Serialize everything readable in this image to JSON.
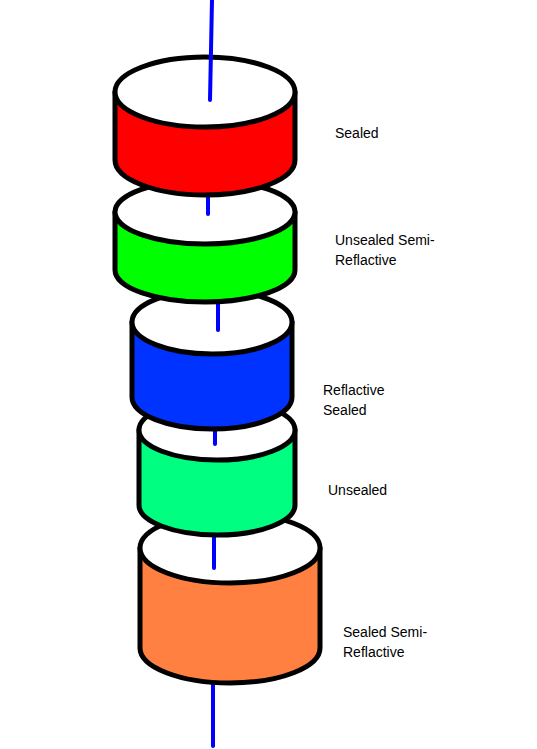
{
  "diagram": {
    "labels": [
      "Sealed",
      "Unsealed Semi-Reflactive",
      "Reflactive Sealed",
      "Unsealed",
      "Sealed Semi-Reflactive"
    ]
  }
}
